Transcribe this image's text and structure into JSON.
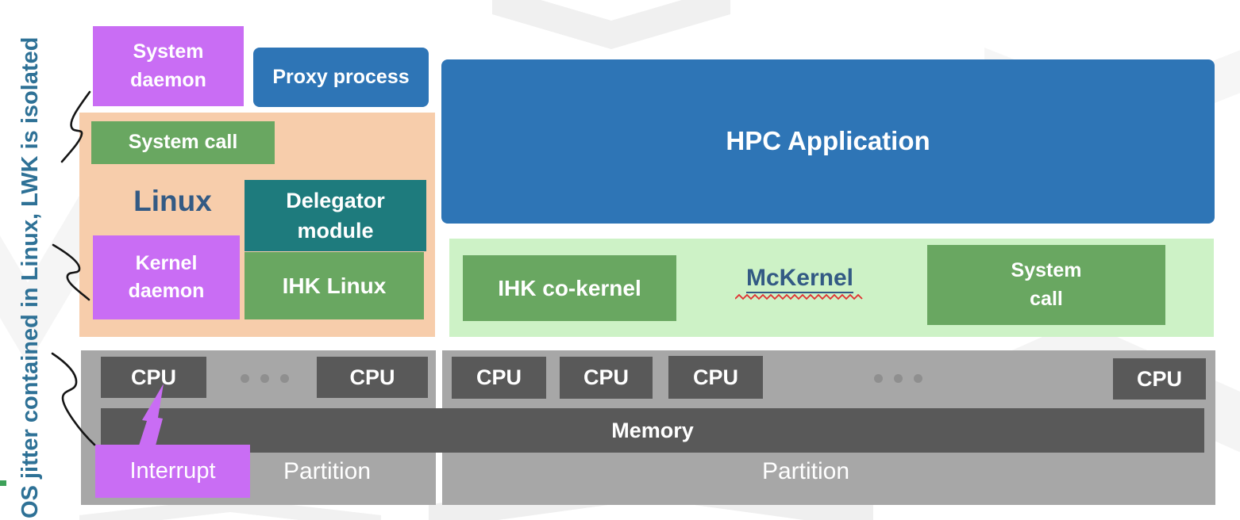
{
  "note": {
    "vertical_text": "OS jitter contained in Linux, LWK is isolated"
  },
  "linux_stack": {
    "system_daemon": "System\ndaemon",
    "proxy_process": "Proxy process",
    "system_call": "System call",
    "os_label": "Linux",
    "delegator_module": "Delegator\nmodule",
    "kernel_daemon": "Kernel\ndaemon",
    "ihk_linux": "IHK Linux"
  },
  "mckernel_stack": {
    "hpc_application": "HPC Application",
    "ihk_co_kernel": "IHK co-kernel",
    "os_label": "McKernel",
    "system_call": "System\ncall"
  },
  "hardware": {
    "cpu": "CPU",
    "memory": "Memory",
    "partition_left": "Partition",
    "partition_right": "Partition",
    "interrupt": "Interrupt"
  },
  "colors": {
    "purple": "#c96df4",
    "blue": "#2e75b6",
    "peach": "#f7cdab",
    "green": "#69a761",
    "teal": "#1e7b7d",
    "light_green": "#cdf2c6",
    "partition_gray": "#a7a7a7",
    "dark_gray": "#595959",
    "label_navy": "#335a84",
    "note_blue": "#2e7196",
    "spellcheck_red": "#e03131"
  }
}
